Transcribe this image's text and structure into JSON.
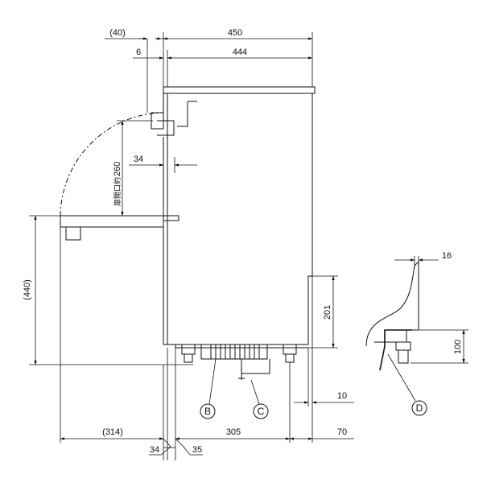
{
  "dimensions": {
    "overall_depth": "450",
    "top_depth": "444",
    "offset_40": "(40)",
    "offset_6": "6",
    "opening_height": "260",
    "opening_note": "扉開口約",
    "handle_depth": "34",
    "door_height": "(440)",
    "base_height": "201",
    "door_swing": "(314)",
    "foot_span": "305",
    "bottom_34": "34",
    "bottom_35": "35",
    "drain_10": "10",
    "drain_70": "70",
    "detail_16": "16",
    "detail_100": "100"
  },
  "callouts": {
    "b": "B",
    "c": "C",
    "d": "D"
  }
}
